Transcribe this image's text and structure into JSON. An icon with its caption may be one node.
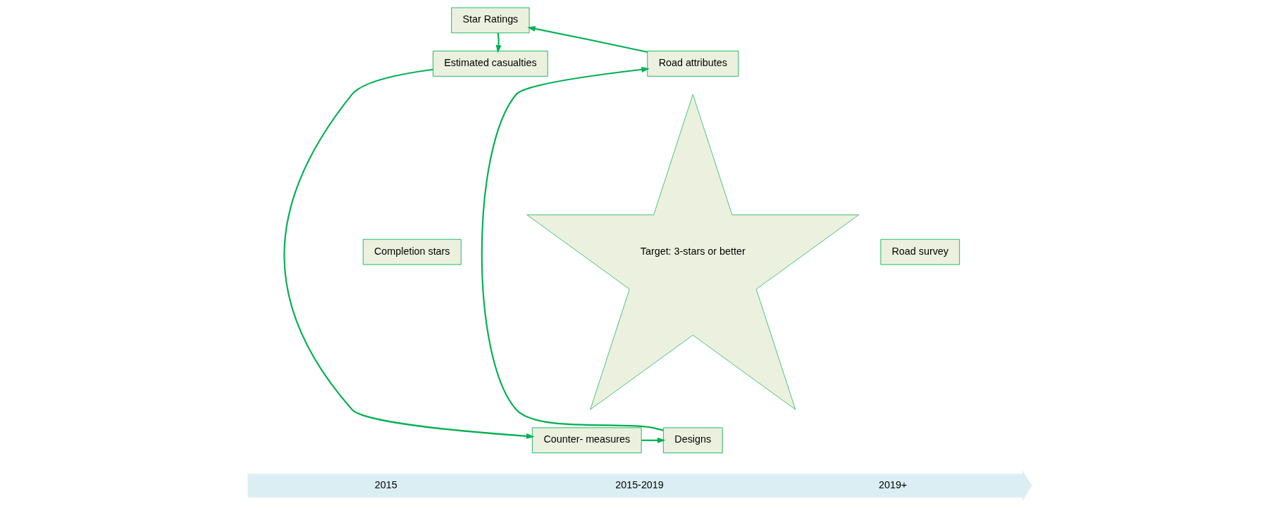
{
  "diagram": {
    "nodes": [
      {
        "text": [
          "Road survey"
        ]
      },
      {
        "text": [
          "Road attributes"
        ]
      },
      {
        "text": [
          "Star Ratings"
        ]
      },
      {
        "text": [
          "Estimated casualties"
        ]
      },
      {
        "text": [
          "Counter- measures"
        ]
      },
      {
        "text": [
          "Designs"
        ]
      },
      {
        "text": [
          "Target: 3-stars or better"
        ]
      },
      {
        "text": [
          "Completion stars"
        ]
      },
      {
        "text": [
          "2015",
          "2015-2019",
          "2019+"
        ]
      }
    ],
    "edges": [
      {
        "from": 1,
        "to": 2,
        "arrow": "to"
      },
      {
        "from": 2,
        "to": 3,
        "arrow": "to"
      },
      {
        "from": 3,
        "to": 4,
        "arrow": "to"
      },
      {
        "from": 4,
        "to": 5,
        "arrow": "to"
      },
      {
        "from": 5,
        "to": 1,
        "arrow": "to"
      }
    ]
  }
}
